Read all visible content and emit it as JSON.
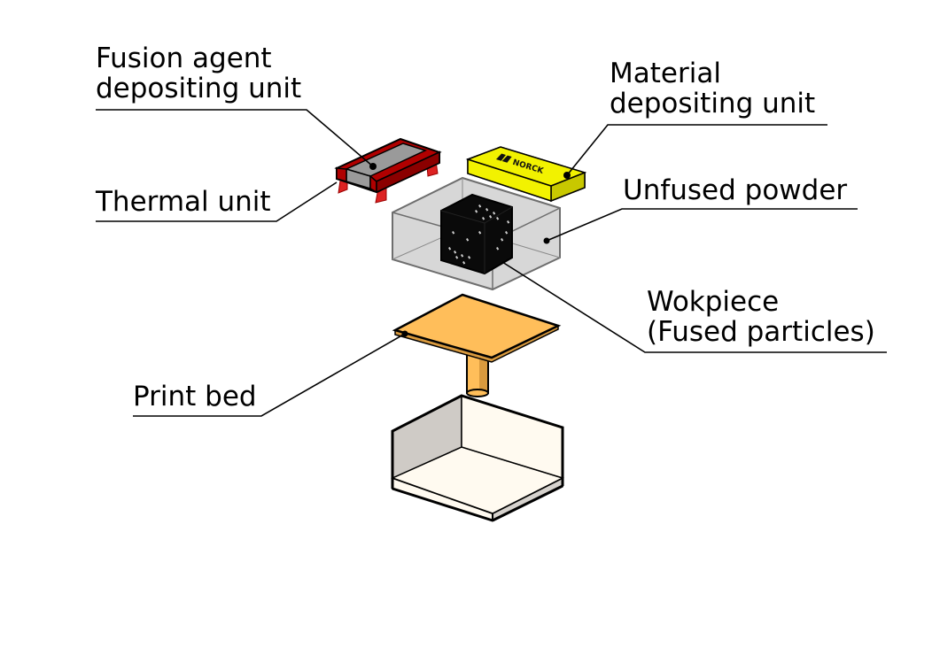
{
  "title": "Exploded diagram of powder-bed fusion 3D printer components",
  "labels": {
    "fusion_agent": [
      "Fusion agent",
      "depositing unit"
    ],
    "thermal_unit": [
      "Thermal unit"
    ],
    "material_unit": [
      "Material",
      "depositing unit"
    ],
    "unfused_powder": [
      "Unfused powder"
    ],
    "workpiece": [
      "Wokpiece",
      "(Fused particles)"
    ],
    "print_bed": [
      "Print bed"
    ]
  },
  "brand_text": "NORCK",
  "colors": {
    "carriage_red": "#b00000",
    "carriage_dark_red": "#6a0000",
    "carriage_grey": "#9a9a9a",
    "material_yellow": "#f2f200",
    "material_yellow_side": "#c8c800",
    "powder_grey": "#d0d0d0",
    "lattice_black": "#0a0a0a",
    "bed_orange": "#ffbe5a",
    "bed_orange_dark": "#d99a3e",
    "tray_cream": "#fffaf0",
    "tray_wall_grey": "#cfcbc6",
    "line": "#000000"
  }
}
